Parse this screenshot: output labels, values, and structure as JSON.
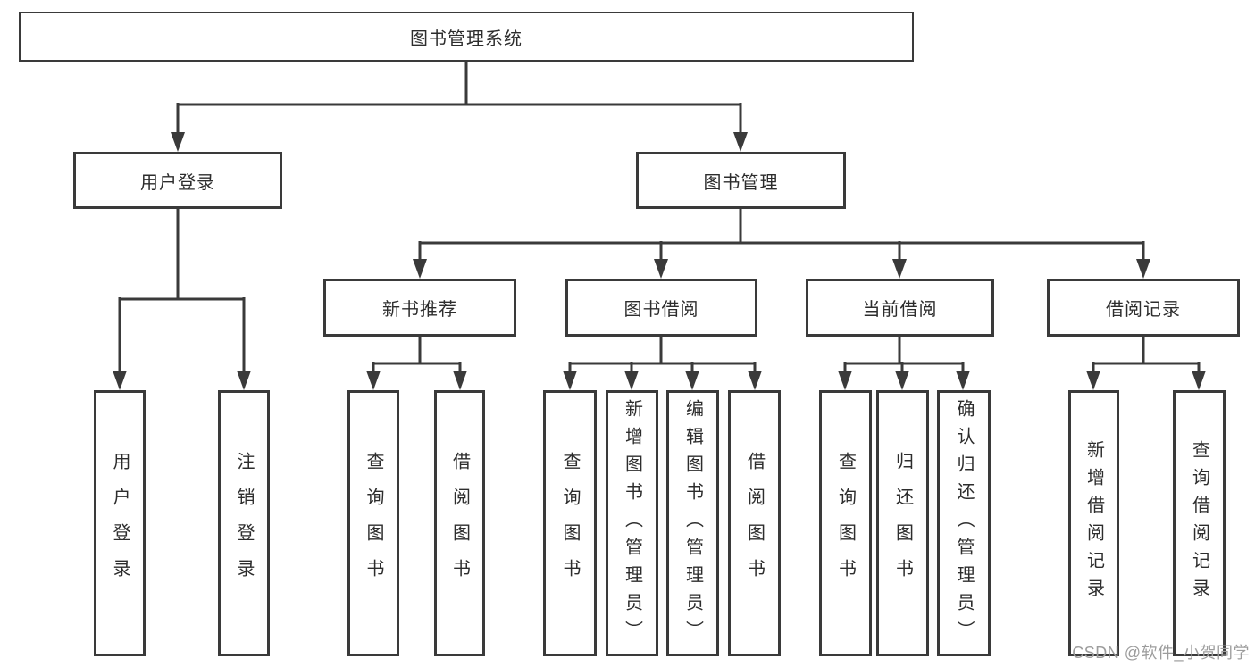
{
  "diagram": {
    "root": {
      "label": "图书管理系统"
    },
    "level2": {
      "login": {
        "label": "用户登录"
      },
      "mgmt": {
        "label": "图书管理"
      }
    },
    "level3": {
      "new_books": {
        "label": "新书推荐"
      },
      "borrow": {
        "label": "图书借阅"
      },
      "current": {
        "label": "当前借阅"
      },
      "records": {
        "label": "借阅记录"
      }
    },
    "leaves": {
      "user_login": {
        "label": "用户登录"
      },
      "logout": {
        "label": "注销登录"
      },
      "nb_query": {
        "label": "查询图书"
      },
      "nb_borrow": {
        "label": "借阅图书"
      },
      "bw_query": {
        "label": "查询图书"
      },
      "bw_add": {
        "label": "新增图书（管理员）"
      },
      "bw_edit": {
        "label": "编辑图书（管理员）"
      },
      "bw_borrow": {
        "label": "借阅图书"
      },
      "cur_query": {
        "label": "查询图书"
      },
      "cur_return": {
        "label": "归还图书"
      },
      "cur_confirm": {
        "label": "确认归还（管理员）"
      },
      "rec_add": {
        "label": "新增借阅记录"
      },
      "rec_query": {
        "label": "查询借阅记录"
      }
    },
    "structure": [
      {
        "parent": "图书管理系统",
        "children": [
          "用户登录",
          "图书管理"
        ]
      },
      {
        "parent": "用户登录",
        "children": [
          "用户登录",
          "注销登录"
        ]
      },
      {
        "parent": "图书管理",
        "children": [
          "新书推荐",
          "图书借阅",
          "当前借阅",
          "借阅记录"
        ]
      },
      {
        "parent": "新书推荐",
        "children": [
          "查询图书",
          "借阅图书"
        ]
      },
      {
        "parent": "图书借阅",
        "children": [
          "查询图书",
          "新增图书（管理员）",
          "编辑图书（管理员）",
          "借阅图书"
        ]
      },
      {
        "parent": "当前借阅",
        "children": [
          "查询图书",
          "归还图书",
          "确认归还（管理员）"
        ]
      },
      {
        "parent": "借阅记录",
        "children": [
          "新增借阅记录",
          "查询借阅记录"
        ]
      }
    ]
  },
  "watermark": {
    "text": "CSDN @软件_小贺同学"
  },
  "colors": {
    "line": "#3a3a3a",
    "text": "#2d2d2d",
    "watermark": "#9c9c9c",
    "background": "#ffffff"
  }
}
